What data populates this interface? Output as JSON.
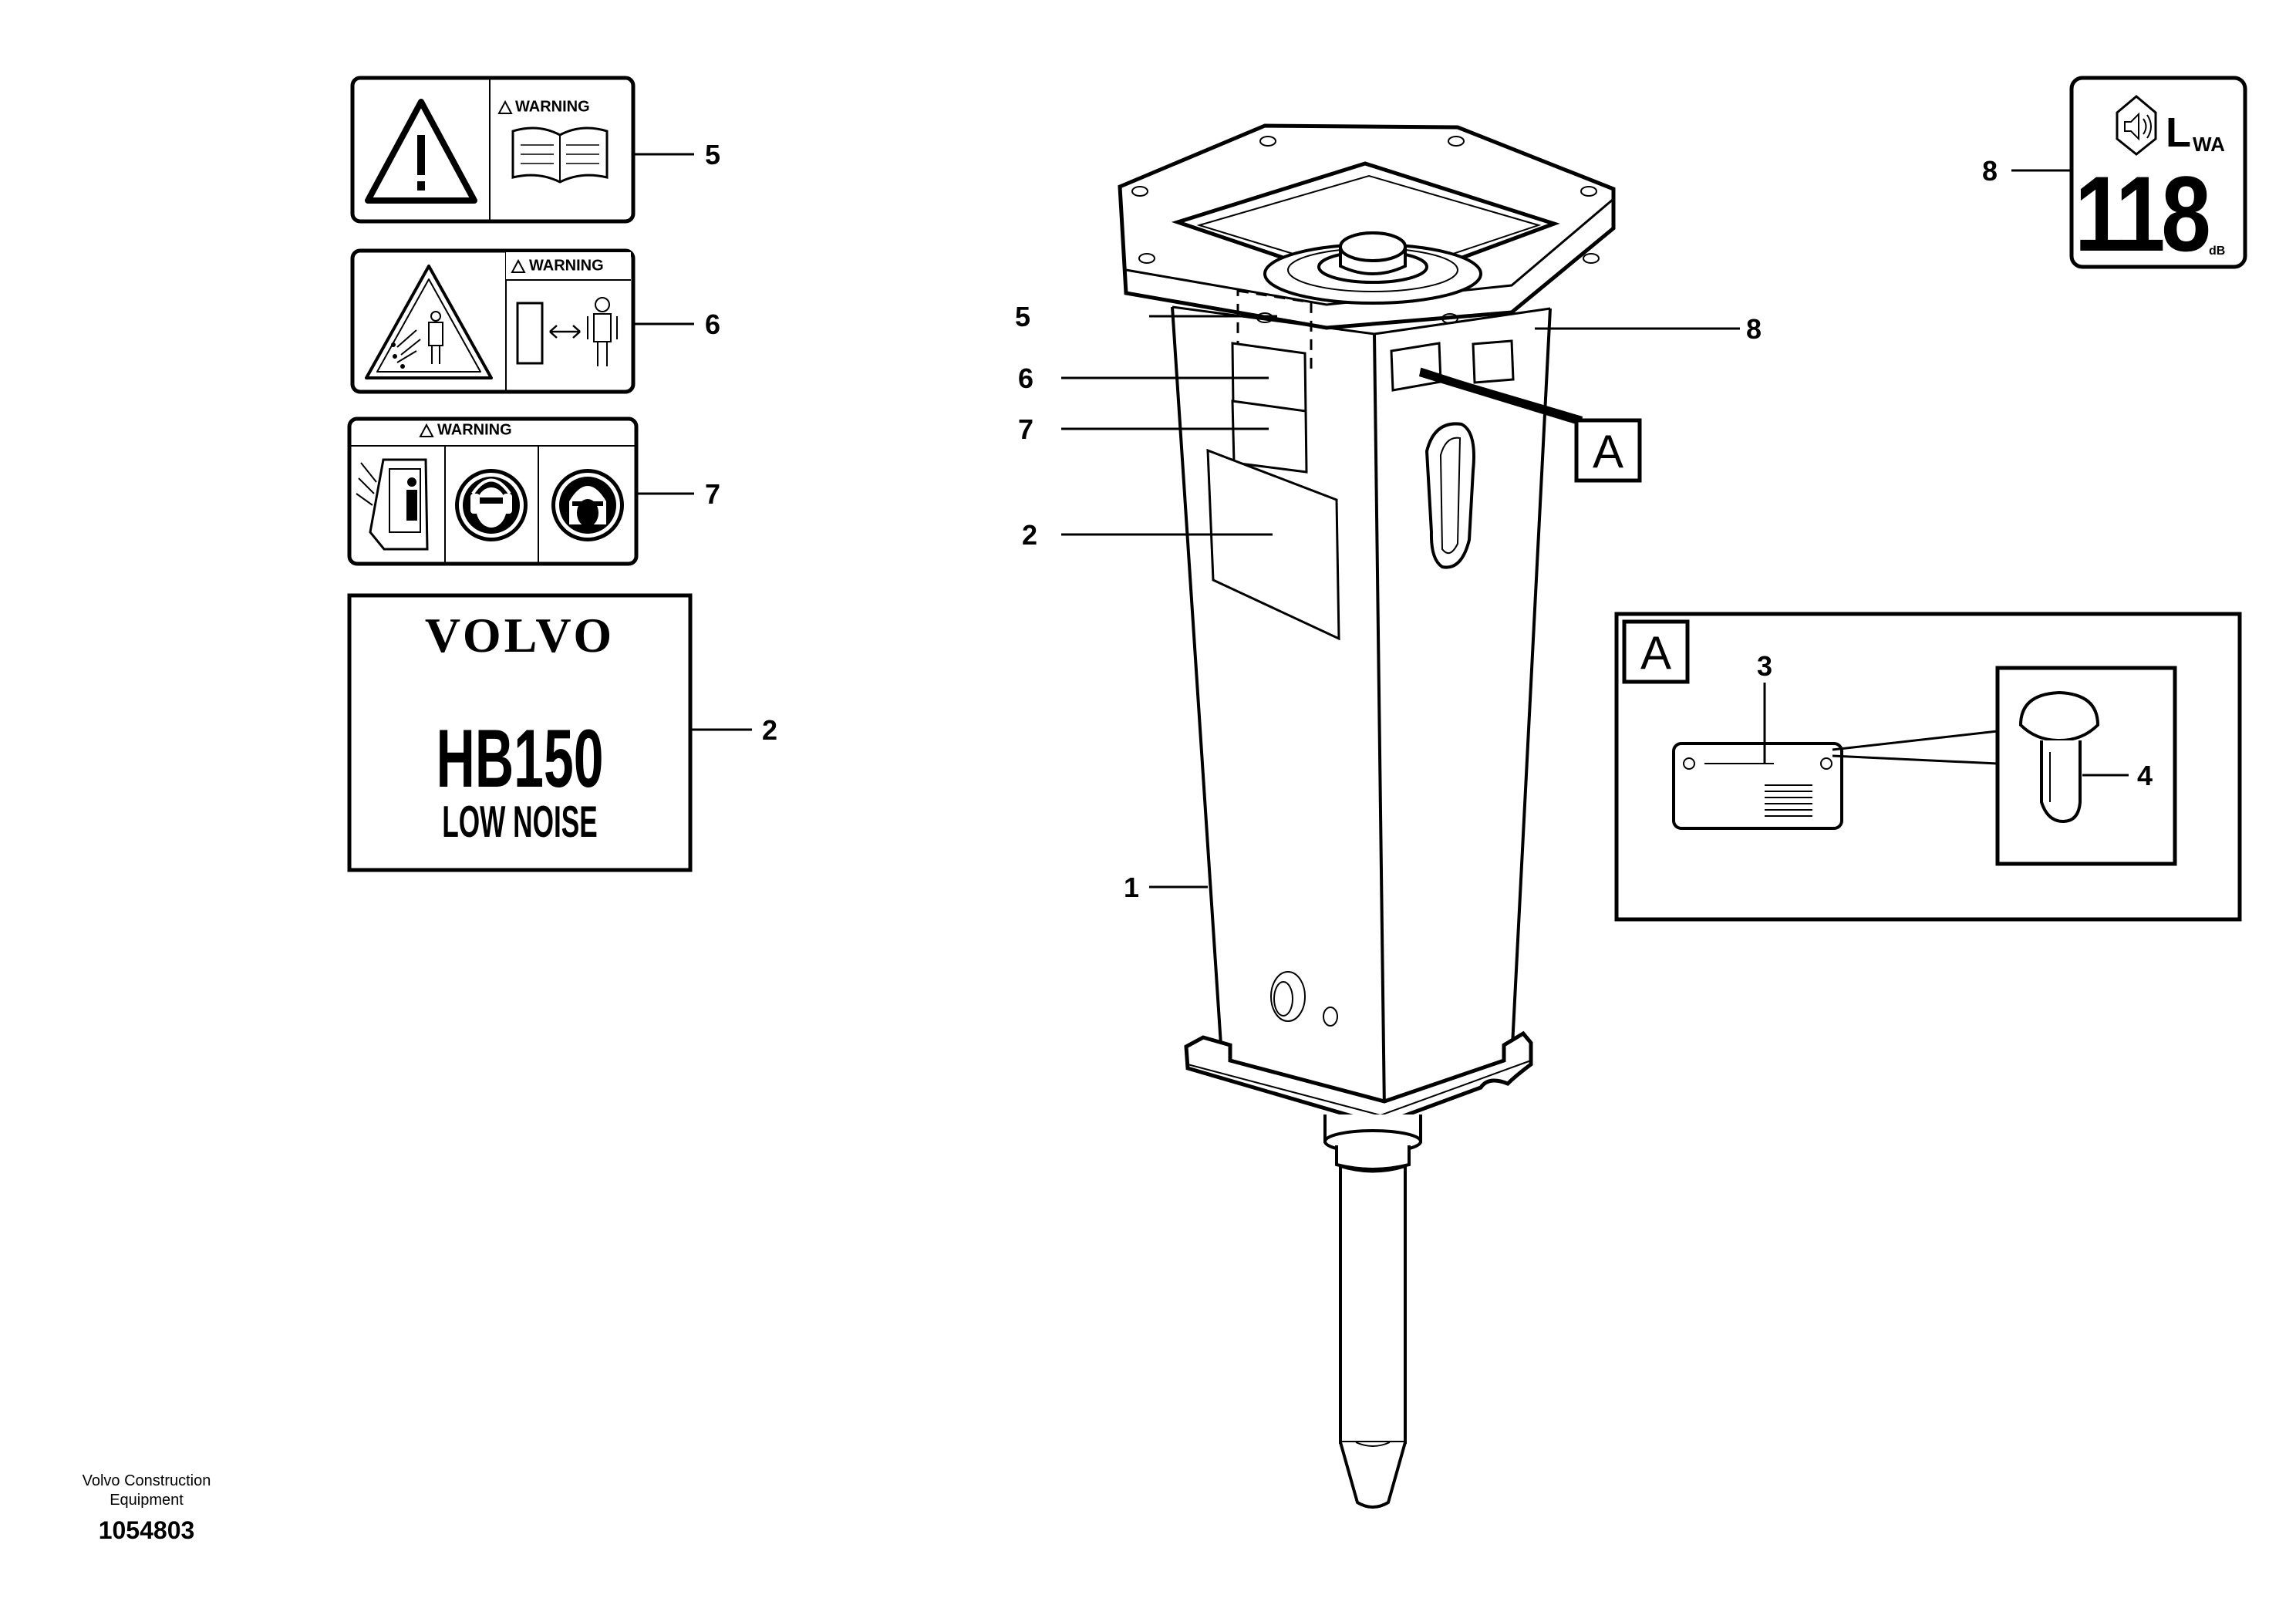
{
  "labels": {
    "decal_5": {
      "warning": "WARNING",
      "callout": "5"
    },
    "decal_6": {
      "warning": "WARNING",
      "callout": "6"
    },
    "decal_7": {
      "warning": "WARNING",
      "callout": "7"
    },
    "decal_2": {
      "brand": "VOLVO",
      "model": "HB150",
      "variant": "LOW NOISE",
      "callout": "2"
    },
    "decal_8": {
      "symbol": "L",
      "subscript": "WA",
      "value": "118",
      "unit": "dB",
      "callout": "8"
    }
  },
  "main_callouts": {
    "c1": "1",
    "c2": "2",
    "c5": "5",
    "c6": "6",
    "c7": "7",
    "c8": "8",
    "view_a": "A"
  },
  "detail_a": {
    "tag": "A",
    "c3": "3",
    "c4": "4"
  },
  "footer": {
    "company_line1": "Volvo Construction",
    "company_line2": "Equipment",
    "drawing_number": "1054803"
  }
}
